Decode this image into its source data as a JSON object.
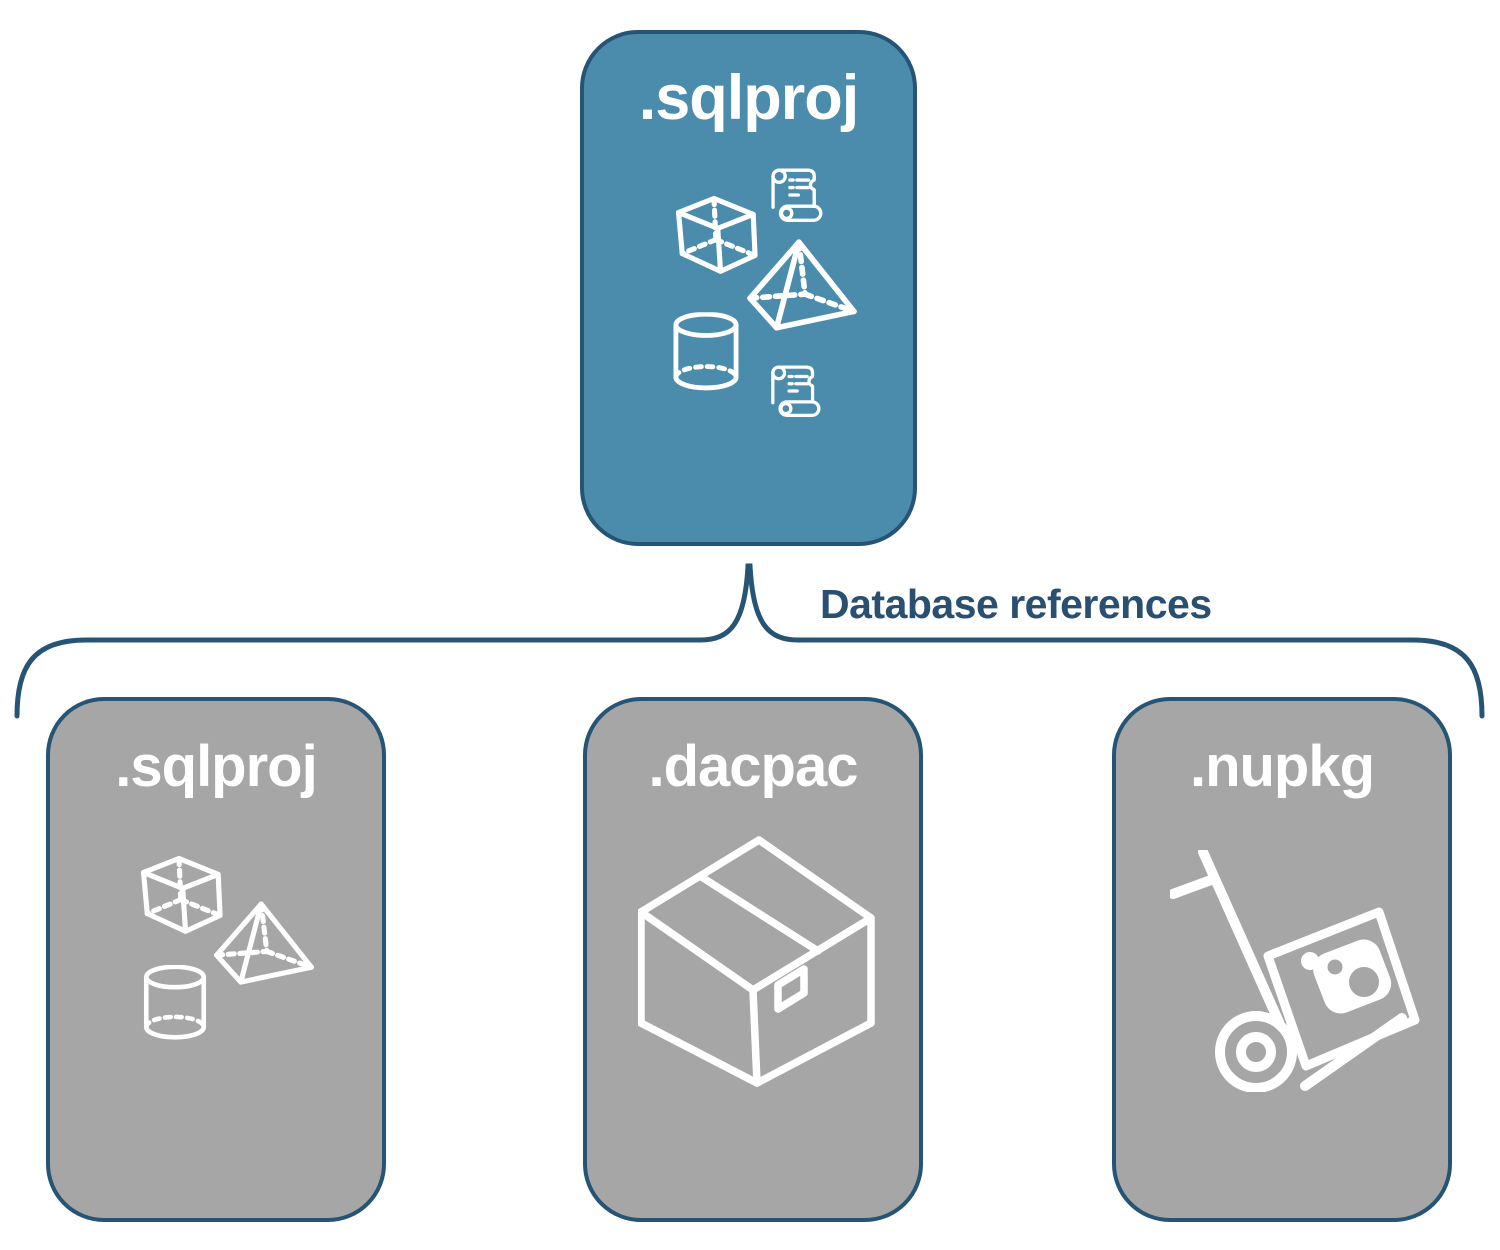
{
  "connector": {
    "label": "Database references"
  },
  "nodes": {
    "root": {
      "label": ".sqlproj",
      "icons": [
        "script-scroll",
        "cube",
        "pyramid",
        "cylinder",
        "script-scroll"
      ]
    },
    "children": [
      {
        "label": ".sqlproj",
        "icons": [
          "cube",
          "pyramid",
          "cylinder"
        ]
      },
      {
        "label": ".dacpac",
        "icons": [
          "package-box"
        ]
      },
      {
        "label": ".nupkg",
        "icons": [
          "nuget-hand-truck"
        ]
      }
    ]
  },
  "colors": {
    "root_fill": "#4B8CAD",
    "child_fill": "#A6A6A6",
    "border": "#255474",
    "connector_label_text": "#294F71",
    "icon_stroke": "#FFFFFF"
  }
}
